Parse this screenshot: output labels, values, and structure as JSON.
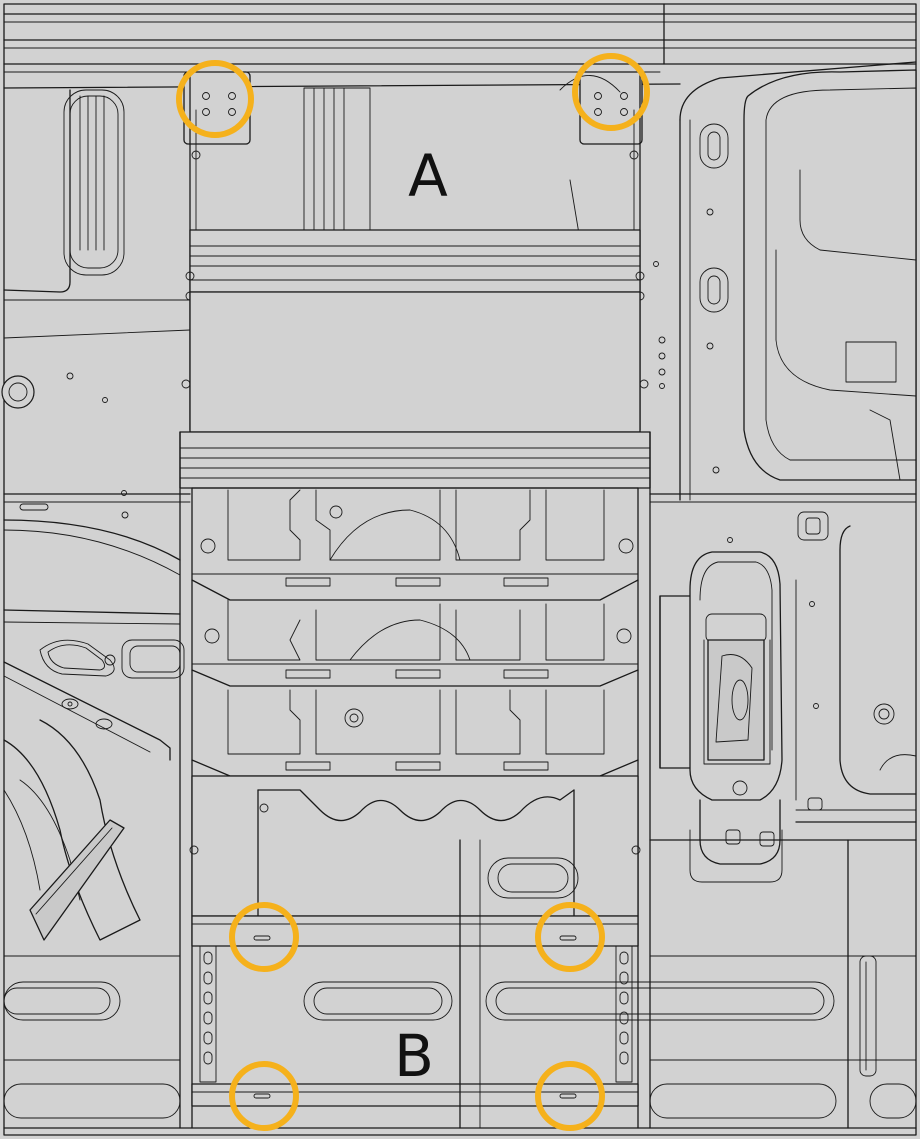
{
  "labels": {
    "top": "A",
    "bottom": "B"
  },
  "colors": {
    "background": "#d2d2d2",
    "line": "#1a1a1a",
    "highlight": "#f5b11c"
  },
  "markers": [
    {
      "name": "marker-a-left",
      "shape": "circle"
    },
    {
      "name": "marker-a-right",
      "shape": "circle"
    },
    {
      "name": "marker-b-upper-left",
      "shape": "circle"
    },
    {
      "name": "marker-b-upper-right",
      "shape": "circle"
    },
    {
      "name": "marker-b-lower-left",
      "shape": "circle"
    },
    {
      "name": "marker-b-lower-right",
      "shape": "circle"
    }
  ]
}
